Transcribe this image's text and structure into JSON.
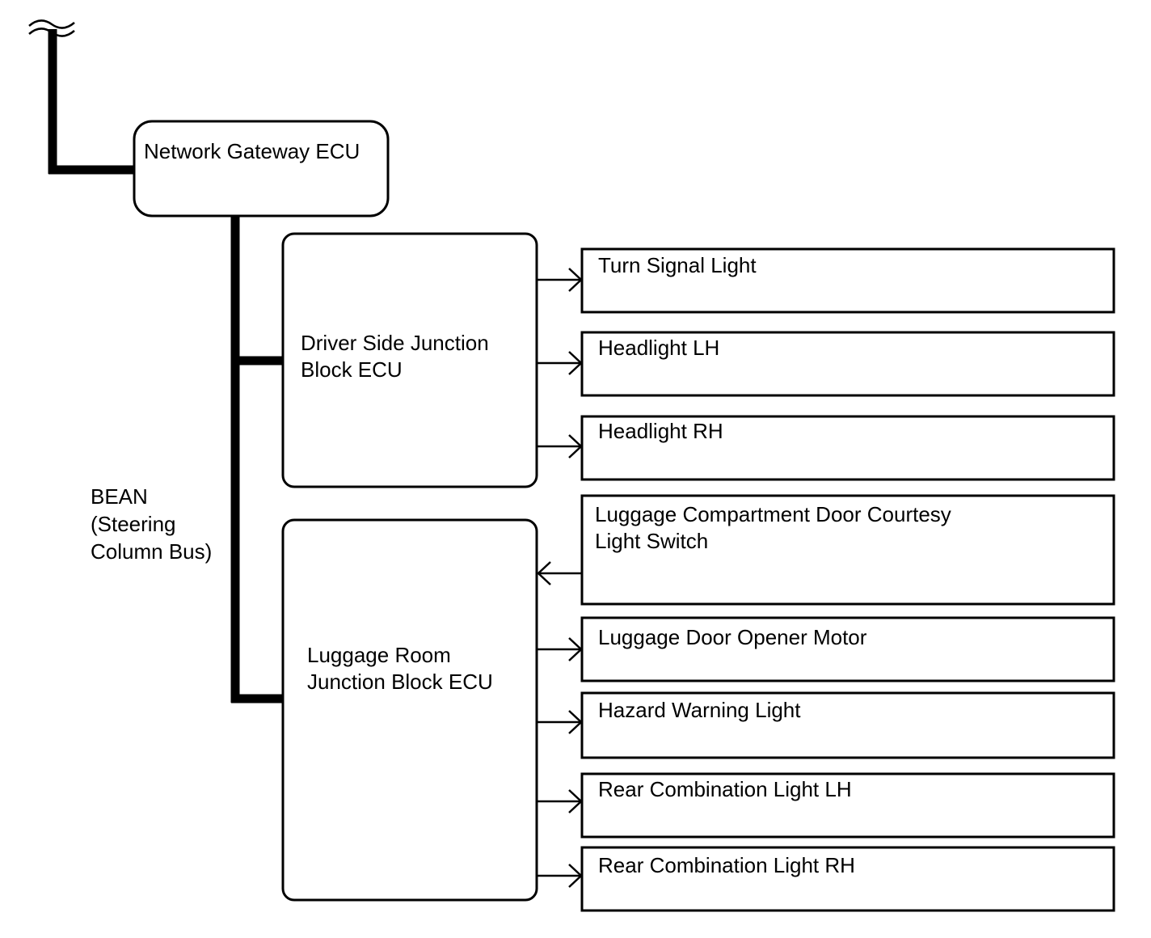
{
  "diagram": {
    "bus_label": {
      "line1": "BEAN",
      "line2": "(Steering",
      "line3": "Column Bus)"
    },
    "gateway": {
      "label": "Network Gateway ECU"
    },
    "driver_jb": {
      "line1": "Driver Side Junction",
      "line2": "Block ECU"
    },
    "luggage_jb": {
      "line1": "Luggage Room",
      "line2": "Junction Block ECU"
    },
    "outputs": [
      {
        "line1": "Turn Signal Light",
        "line2": "",
        "direction": "out"
      },
      {
        "line1": "Headlight LH",
        "line2": "",
        "direction": "out"
      },
      {
        "line1": "Headlight RH",
        "line2": "",
        "direction": "out"
      },
      {
        "line1": "Luggage Compartment Door Courtesy",
        "line2": "Light Switch",
        "direction": "in"
      },
      {
        "line1": "Luggage Door Opener Motor",
        "line2": "",
        "direction": "out"
      },
      {
        "line1": "Hazard Warning Light",
        "line2": "",
        "direction": "out"
      },
      {
        "line1": "Rear Combination Light LH",
        "line2": "",
        "direction": "out"
      },
      {
        "line1": "Rear Combination Light RH",
        "line2": "",
        "direction": "out"
      }
    ]
  }
}
